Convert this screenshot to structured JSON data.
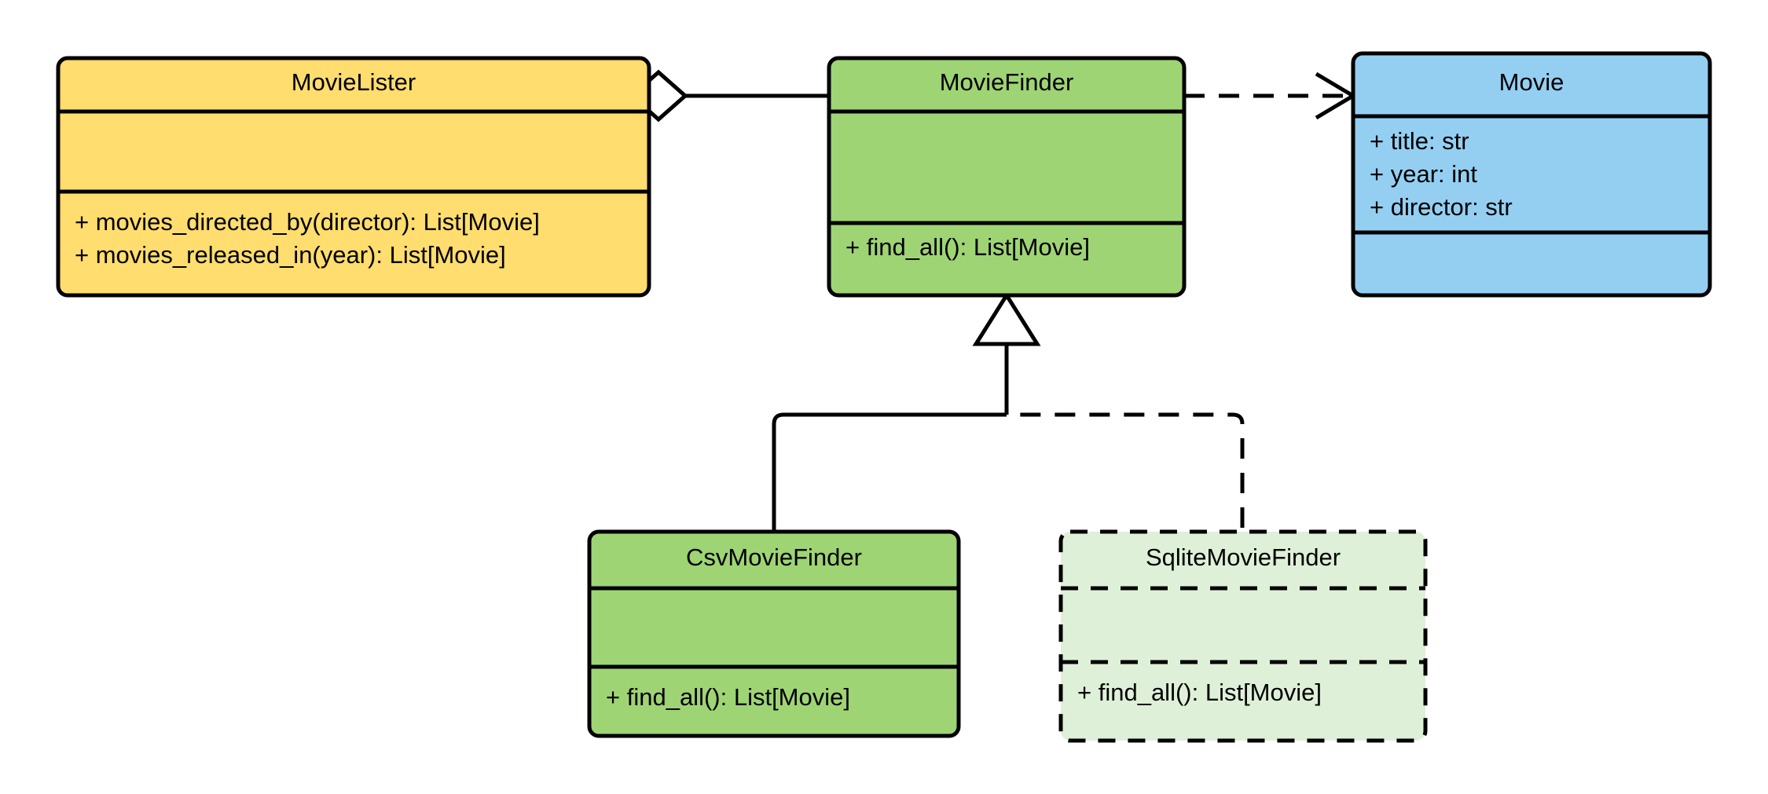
{
  "diagram": {
    "kind": "uml-class-diagram",
    "background_color": "#ffffff",
    "line_color": "#000000"
  },
  "palette": {
    "yellow_fill": "#ffdd6e",
    "green_fill": "#9fd475",
    "blue_fill": "#94cff2",
    "pale_green_fill": "#dff0d8",
    "white_fill": "#ffffff",
    "stroke": "#000000"
  },
  "classes": [
    {
      "id": "movie-lister",
      "name": "MovieLister",
      "fill": "#ffdd6e",
      "border_style": "solid",
      "attributes": [],
      "methods": [
        "+ movies_directed_by(director): List[Movie]",
        "+ movies_released_in(year): List[Movie]"
      ]
    },
    {
      "id": "movie-finder",
      "name": "MovieFinder",
      "fill": "#9fd475",
      "border_style": "solid",
      "attributes": [],
      "methods": [
        "+ find_all(): List[Movie]"
      ]
    },
    {
      "id": "movie",
      "name": "Movie",
      "fill": "#94cff2",
      "border_style": "solid",
      "attributes": [
        "+ title: str",
        "+ year: int",
        "+ director: str"
      ],
      "methods": []
    },
    {
      "id": "csv-movie-finder",
      "name": "CsvMovieFinder",
      "fill": "#9fd475",
      "border_style": "solid",
      "attributes": [],
      "methods": [
        "+ find_all(): List[Movie]"
      ]
    },
    {
      "id": "sqlite-movie-finder",
      "name": "SqliteMovieFinder",
      "fill": "#dff0d8",
      "border_style": "dashed",
      "attributes": [],
      "methods": [
        "+ find_all(): List[Movie]"
      ]
    }
  ],
  "relationships": [
    {
      "id": "lister-finder",
      "type": "aggregation",
      "from": "MovieLister",
      "to": "MovieFinder",
      "line_style": "solid",
      "end_marker": "hollow-diamond"
    },
    {
      "id": "finder-movie",
      "type": "dependency",
      "from": "MovieFinder",
      "to": "Movie",
      "line_style": "dashed",
      "end_marker": "open-arrow"
    },
    {
      "id": "csv-finder-generalization",
      "type": "generalization",
      "from": "CsvMovieFinder",
      "to": "MovieFinder",
      "line_style": "solid",
      "end_marker": "hollow-triangle"
    },
    {
      "id": "sqlite-finder-generalization",
      "type": "generalization",
      "from": "SqliteMovieFinder",
      "to": "MovieFinder",
      "line_style": "dashed",
      "end_marker": "hollow-triangle"
    }
  ]
}
